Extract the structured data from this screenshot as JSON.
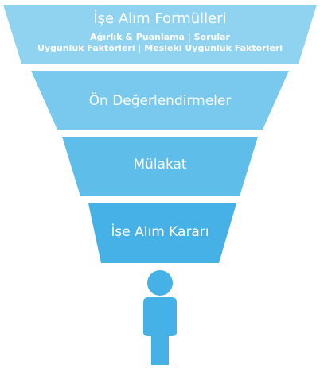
{
  "funnel": {
    "tiers": [
      {
        "title": "İşe Alım Formülleri",
        "subtitle_lines": [
          "Ağırlık & Puanlama | Sorular",
          "Uygunluk Faktörleri | Mesleki Uygunluk Faktörleri"
        ]
      },
      {
        "title": "Ön Değerlendirmeler"
      },
      {
        "title": "Mülakat"
      },
      {
        "title": "İşe Alım Kararı"
      }
    ],
    "colors": {
      "tier_1": "#8fd3f1",
      "tier_2": "#79c9ee",
      "tier_3": "#5fbdea",
      "tier_4": "#45b1e6",
      "person": "#45b1e6"
    }
  }
}
